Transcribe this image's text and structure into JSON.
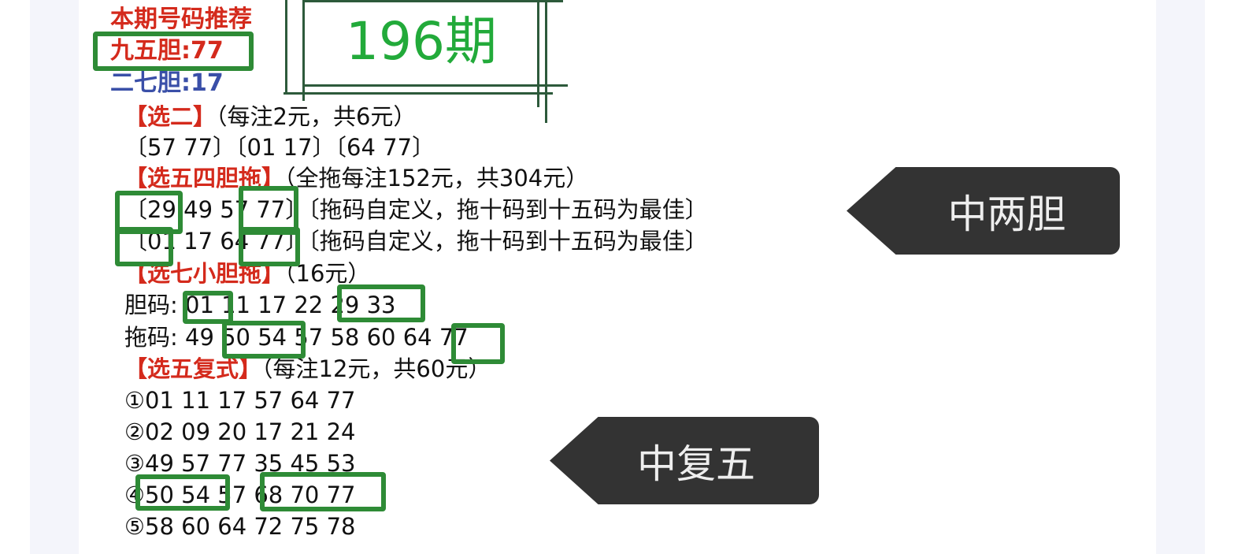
{
  "header": {
    "title": "本期号码推荐",
    "period": "196期"
  },
  "picks": {
    "nine_five": "九五胆:77",
    "two_seven": "二七胆:17"
  },
  "sections": [
    {
      "title": "【选二】",
      "note": "（每注2元，共6元）",
      "lines": [
        "〔57 77〕〔01 17〕〔64 77〕"
      ]
    },
    {
      "title": "【选五四胆拖】",
      "note": "（全拖每注152元，共304元）",
      "lines": [
        "〔29 49 57 77〕〔拖码自定义，拖十码到十五码为最佳〕",
        "〔01 17 64 77〕〔拖码自定义，拖十码到十五码为最佳〕"
      ]
    },
    {
      "title": "【选七小胆拖】",
      "note": "（16元）",
      "lines": [
        "胆码: 01 11 17 22 29 33",
        "拖码: 49 50 54 57 58 60 64 77"
      ]
    },
    {
      "title": "【选五复式】",
      "note": "（每注12元，共60元）",
      "lines": [
        "①01 11 17 57 64 77",
        "②02 09 20 17 21 24",
        "③49 57 77 35 45 53",
        "④50 54 57 68 70 77",
        "⑤58 60 64 72 75 78"
      ]
    }
  ],
  "callouts": [
    "中两胆",
    "中复五"
  ],
  "colors": {
    "red": "#d42a1c",
    "blue": "#3a4fa8",
    "highlight": "#2e8b36",
    "period": "#22aa3a",
    "callout_bg": "#333333"
  }
}
